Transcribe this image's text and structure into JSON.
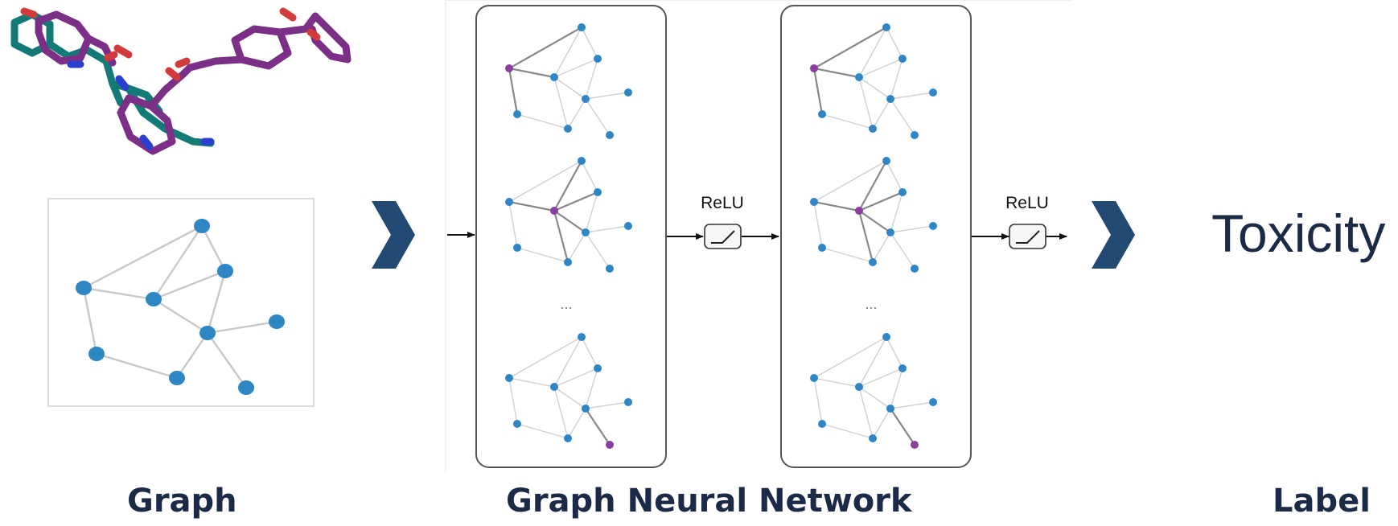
{
  "captions": {
    "graph": "Graph",
    "gnn": "Graph Neural Network",
    "label": "Label"
  },
  "output_label": "Toxicity",
  "activation_label": "ReLU",
  "ellipsis": "...",
  "colors": {
    "node": "#2f86c5",
    "highlight_node": "#8a3fa0",
    "edge": "#c8c8c8",
    "edge_dark": "#888888",
    "chevron": "#234a73",
    "caption": "#1b2a47",
    "molecule_teal": "#147a78",
    "molecule_purple": "#7b2f86",
    "molecule_red": "#d23b3b",
    "molecule_blue": "#2a3fcf"
  }
}
